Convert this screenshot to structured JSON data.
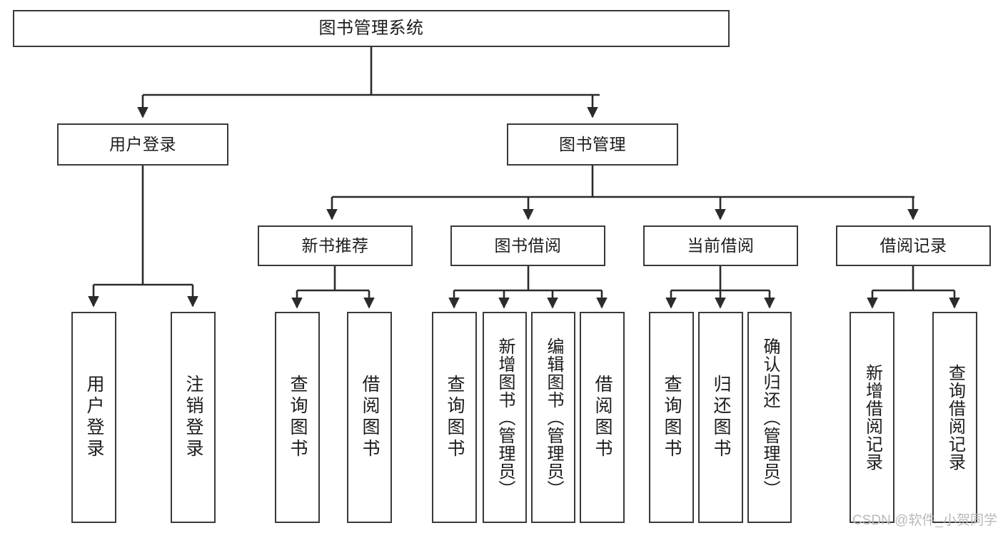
{
  "diagram": {
    "type": "tree-hierarchy",
    "title": "图书管理系统",
    "orientation": "top-down",
    "colors": {
      "background": "#ffffff",
      "box_border": "#3a3a3a",
      "box_fill": "#ffffff",
      "connector": "#2b2b2b",
      "text": "#1c1c1c",
      "watermark": "#b9b9b9"
    }
  },
  "root": {
    "label": "图书管理系统"
  },
  "level2": [
    {
      "label": "用户登录"
    },
    {
      "label": "图书管理"
    }
  ],
  "level3": [
    {
      "label": "新书推荐"
    },
    {
      "label": "图书借阅"
    },
    {
      "label": "当前借阅"
    },
    {
      "label": "借阅记录"
    }
  ],
  "leaves": {
    "user_login": [
      {
        "label": "用户登录"
      },
      {
        "label": "注销登录"
      }
    ],
    "new_book_recommend": [
      {
        "label": "查询图书"
      },
      {
        "label": "借阅图书"
      }
    ],
    "book_borrow": [
      {
        "label": "查询图书"
      },
      {
        "label": "新增图书（管理员）"
      },
      {
        "label": "编辑图书（管理员）"
      },
      {
        "label": "借阅图书"
      }
    ],
    "current_borrow": [
      {
        "label": "查询图书"
      },
      {
        "label": "归还图书"
      },
      {
        "label": "确认归还（管理员）"
      }
    ],
    "borrow_record": [
      {
        "label": "新增借阅记录"
      },
      {
        "label": "查询借阅记录"
      }
    ]
  },
  "watermark": {
    "text": "CSDN @软件_小贺同学"
  }
}
